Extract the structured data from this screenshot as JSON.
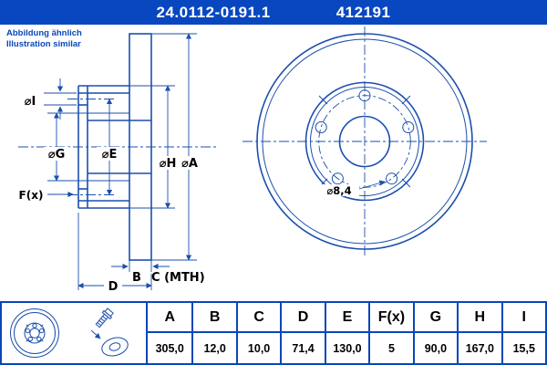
{
  "colors": {
    "accent": "#0847b8",
    "line": "#1b4fae",
    "text": "#000000",
    "header_bg": "#0847c0"
  },
  "header": {
    "part_number": "24.0112-0191.1",
    "ref_number": "412191"
  },
  "note": {
    "line1": "Abbildung ähnlich",
    "line2": "Illustration similar"
  },
  "drawing": {
    "labels": {
      "dia_i": "⌀I",
      "dia_g": "⌀G",
      "dia_e": "⌀E",
      "dia_h": "⌀H",
      "dia_a": "⌀A",
      "f_count": "F(x)",
      "b": "B",
      "c_mth": "C (MTH)",
      "d": "D",
      "bolt_hole": "⌀8,4"
    }
  },
  "table": {
    "columns": [
      "A",
      "B",
      "C",
      "D",
      "E",
      "F(x)",
      "G",
      "H",
      "I"
    ],
    "values": [
      "305,0",
      "12,0",
      "10,0",
      "71,4",
      "130,0",
      "5",
      "90,0",
      "167,0",
      "15,5"
    ]
  }
}
